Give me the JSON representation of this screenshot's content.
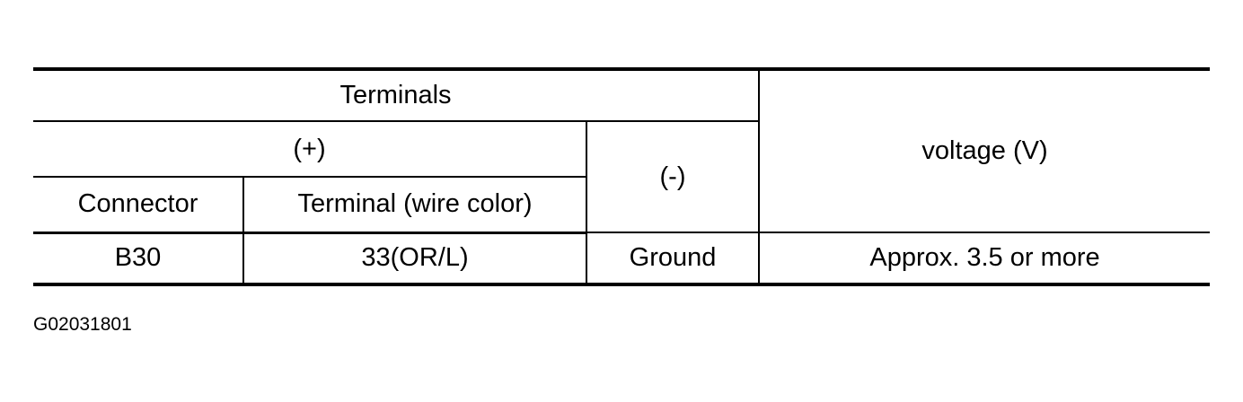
{
  "table": {
    "header": {
      "terminals": "Terminals",
      "positive": "(+)",
      "negative": "(-)",
      "voltage": "voltage (V)",
      "connector": "Connector",
      "terminal_wire_color": "Terminal (wire color)"
    },
    "rows": [
      {
        "connector": "B30",
        "terminal": "33(OR/L)",
        "negative": "Ground",
        "voltage": "Approx. 3.5 or more"
      }
    ]
  },
  "figure_id": "G02031801"
}
